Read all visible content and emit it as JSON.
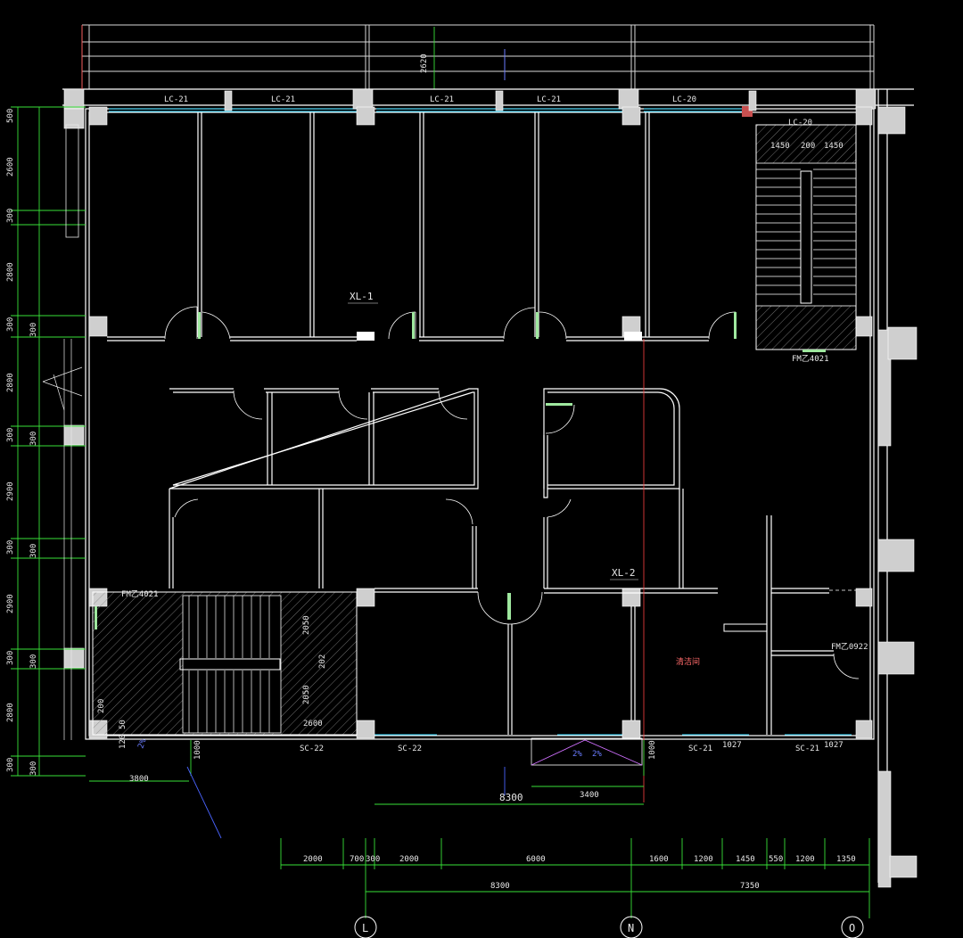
{
  "window_labels_top": [
    "LC-21",
    "LC-21",
    "LC-21",
    "LC-21",
    "LC-20",
    "LC-20"
  ],
  "window_labels_bottom": [
    "SC-22",
    "SC-22",
    "SC-21",
    "SC-21"
  ],
  "beam_labels": [
    "XL-1",
    "XL-2"
  ],
  "door_labels": [
    "FM乙4021",
    "FM乙4021",
    "FM乙0922"
  ],
  "room_label": "清洁间",
  "top_dim": "2620",
  "left_dims": [
    "500",
    "2600",
    "300",
    "2800",
    "300",
    "300",
    "2800",
    "300",
    "300",
    "2900",
    "300",
    "300",
    "2900",
    "300",
    "300",
    "2800",
    "300",
    "300"
  ],
  "stair_dims_top": [
    "1450",
    "200",
    "1450"
  ],
  "stair_dims_lower": [
    "2050",
    "202",
    "2050",
    "2600"
  ],
  "small_dims": [
    "120",
    "50",
    "200",
    "1000",
    "1000",
    "1027",
    "1027"
  ],
  "bottom_mid_dims": [
    "3800",
    "3400",
    "8300"
  ],
  "bottom_row1": [
    "2000",
    "700",
    "300",
    "2000",
    "6000",
    "1600",
    "1200",
    "1450",
    "550",
    "1200",
    "1350"
  ],
  "bottom_row2": [
    "8300",
    "7350"
  ],
  "axis_labels": [
    "L",
    "N",
    "O"
  ],
  "slope_labels": [
    "2%",
    "2%",
    "2%"
  ],
  "colors": {
    "background": "#000000",
    "wall": "#ffffff",
    "dimension": "#38e038",
    "grid": "#ff4040",
    "window": "#30d8ff",
    "hatch": "#8a8a8a"
  }
}
